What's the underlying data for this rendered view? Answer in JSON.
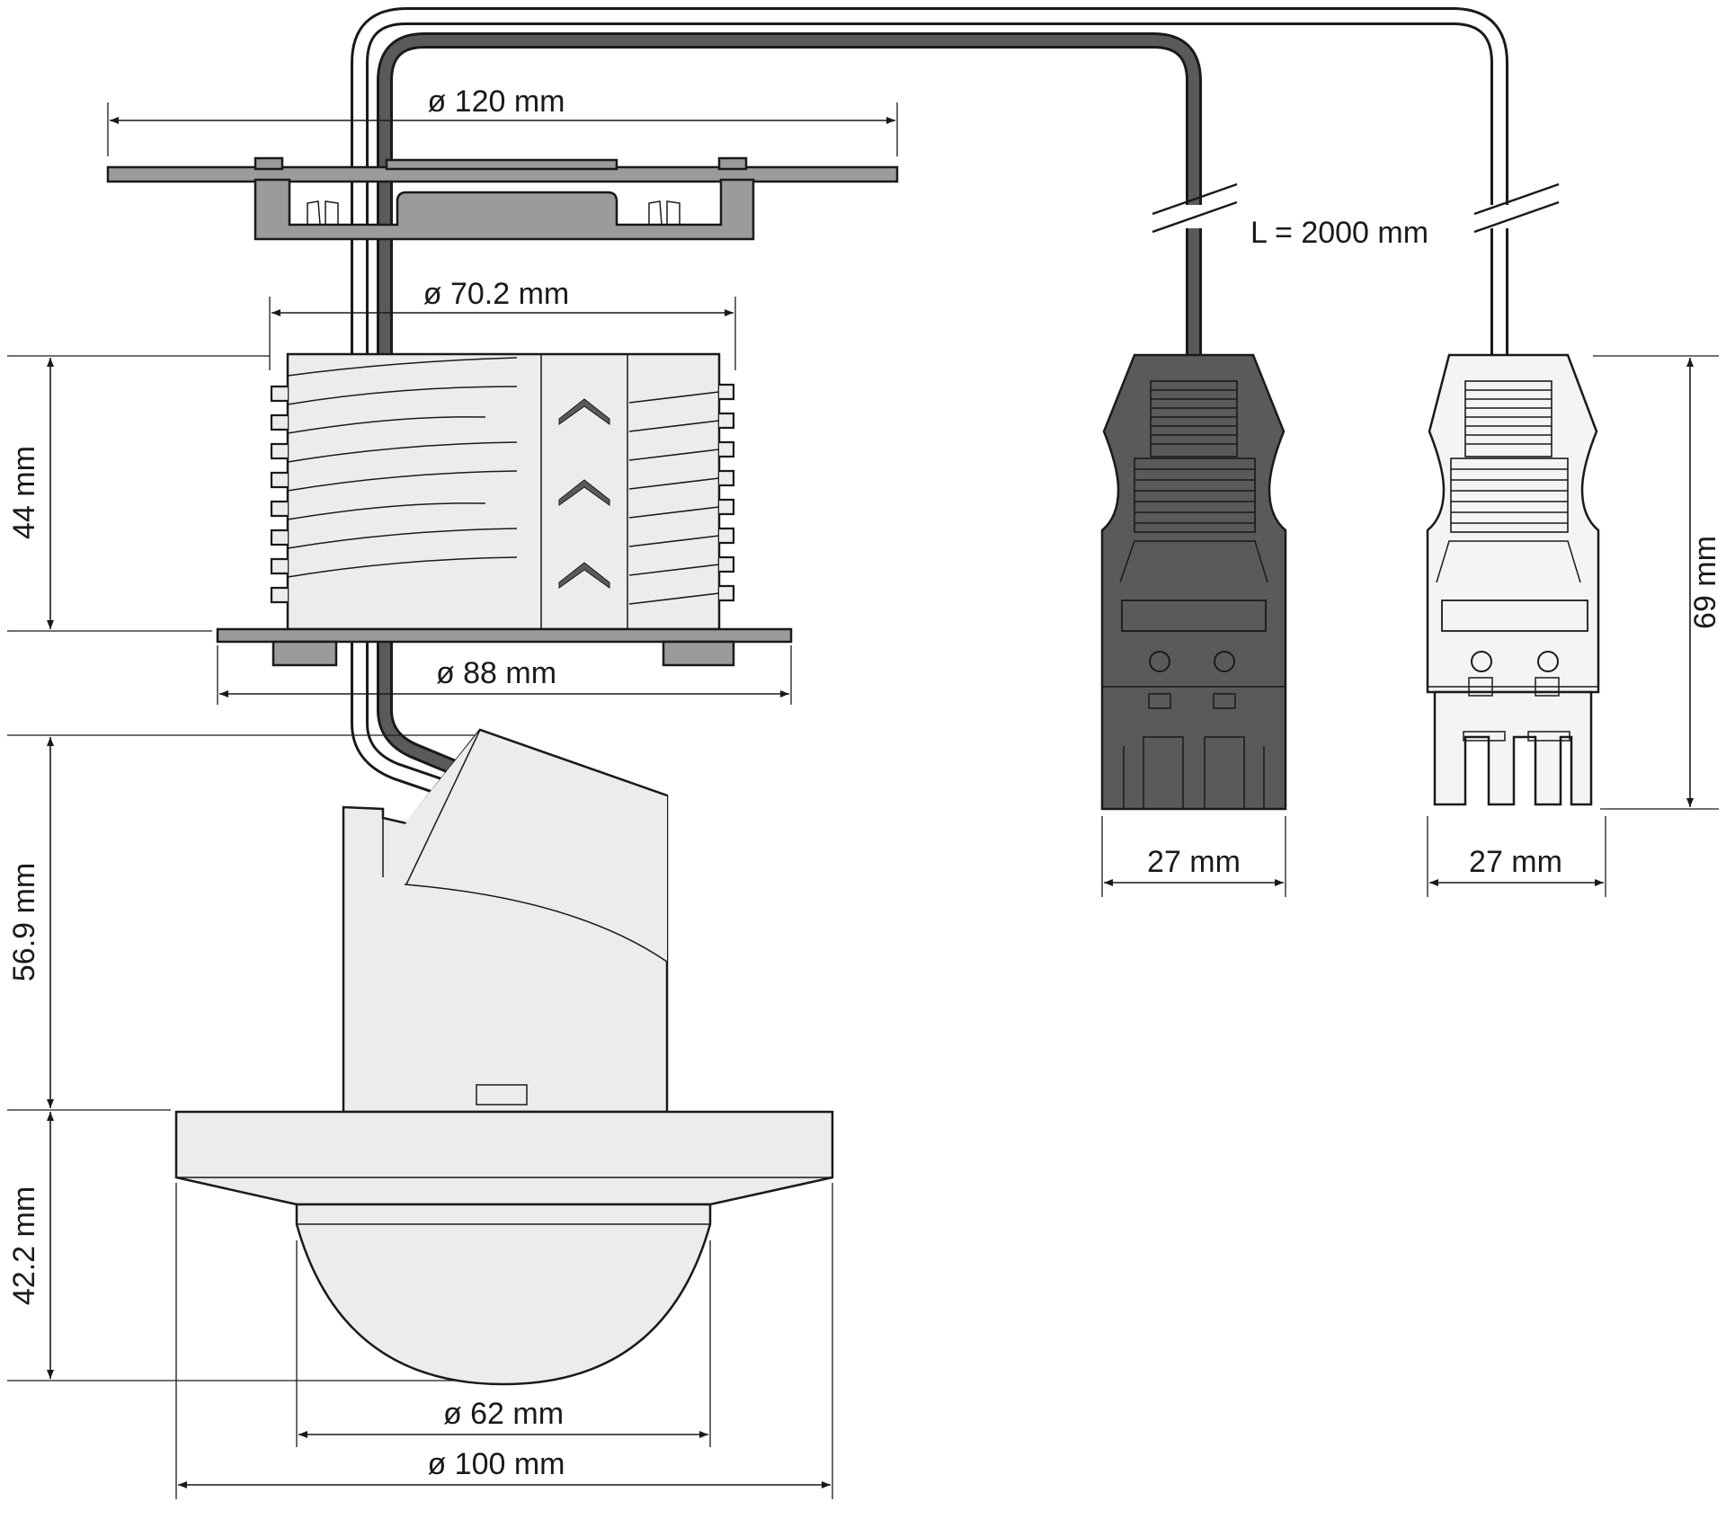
{
  "dimensions": {
    "bracket_diameter": "ø 120 mm",
    "body_diameter": "ø 70.2 mm",
    "body_height": "44 mm",
    "base_diameter": "ø 88 mm",
    "housing_height": "56.9 mm",
    "head_height": "42.2 mm",
    "dome_diameter": "ø 62 mm",
    "flange_diameter": "ø 100 mm",
    "cable_length": "L = 2000 mm",
    "connector_black_width": "27 mm",
    "connector_white_width": "27 mm",
    "connector_height": "69 mm"
  },
  "colors": {
    "line": "#1a1a1a",
    "light_part": "#ececec",
    "mid_part": "#9b9b9b",
    "dark_part": "#5a5a5a",
    "white_part": "#f4f4f4"
  }
}
